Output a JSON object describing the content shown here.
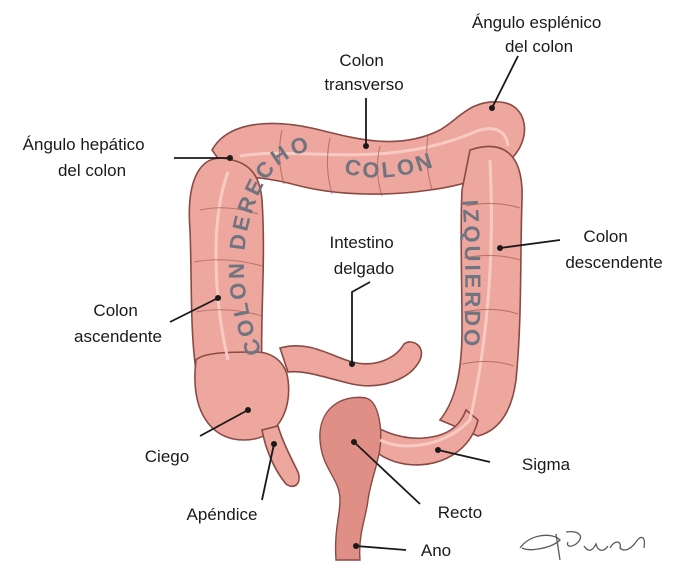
{
  "labels": {
    "angulo_esplenico": [
      "Ángulo esplénico",
      "del colon"
    ],
    "colon_transverso": [
      "Colon",
      "transverso"
    ],
    "angulo_hepatico": [
      "Ángulo hepático",
      "del colon"
    ],
    "colon_descendente": [
      "Colon",
      "descendente"
    ],
    "intestino_delgado": [
      "Intestino",
      "delgado"
    ],
    "colon_ascendente": [
      "Colon",
      "ascendente"
    ],
    "ciego": "Ciego",
    "sigma": "Sigma",
    "apendice": "Apéndice",
    "recto": "Recto",
    "ano": "Ano"
  },
  "regions": {
    "derecho_colon": "COLON DERECHO",
    "colon_top": "COLON",
    "izquierdo": "IZQUIERDO"
  },
  "signature": "JPuche",
  "colors": {
    "tissue": "#eda79e",
    "tissue_dark": "#e08f86",
    "outline": "#8a4a44",
    "region_text": "#6e7480",
    "label_text": "#1a1a1a"
  }
}
